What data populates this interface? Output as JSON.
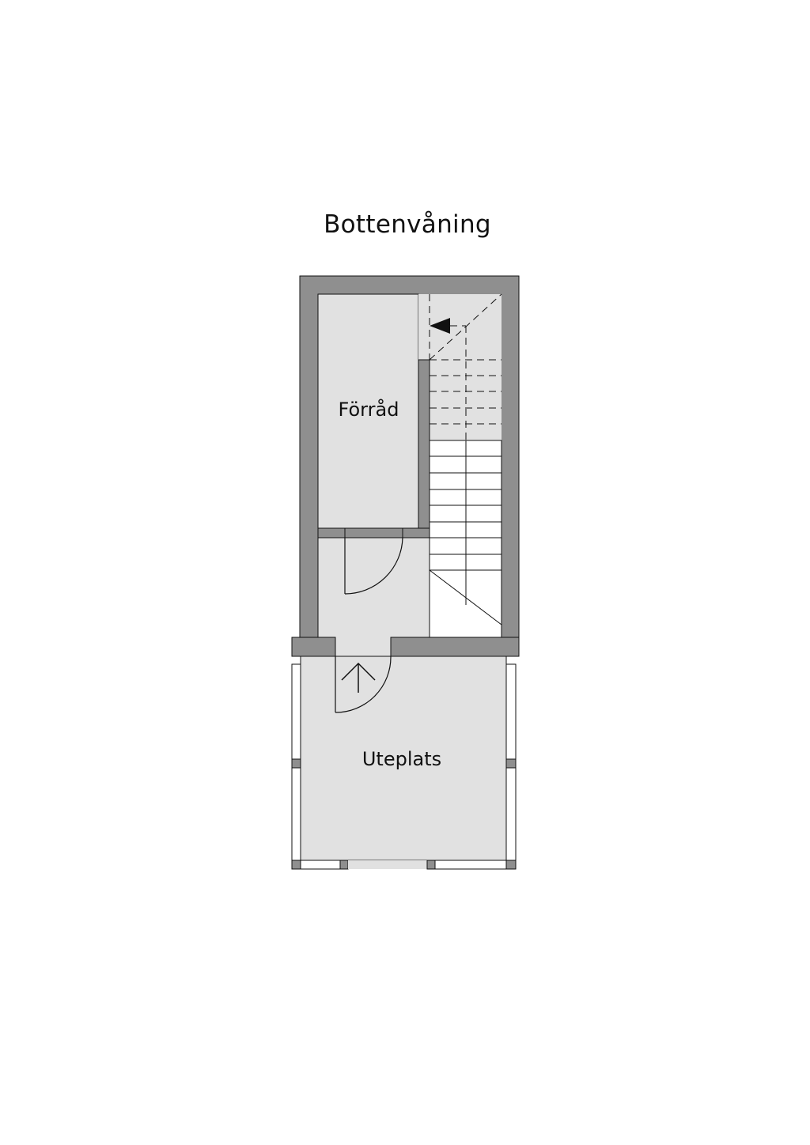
{
  "title": "Bottenvåning",
  "rooms": {
    "storage": {
      "label": "Förråd"
    },
    "patio": {
      "label": "Uteplats"
    }
  },
  "colors": {
    "wall": "#8f8f8f",
    "floor": "#e1e1e1",
    "line": "#111111",
    "background": "#ffffff"
  }
}
